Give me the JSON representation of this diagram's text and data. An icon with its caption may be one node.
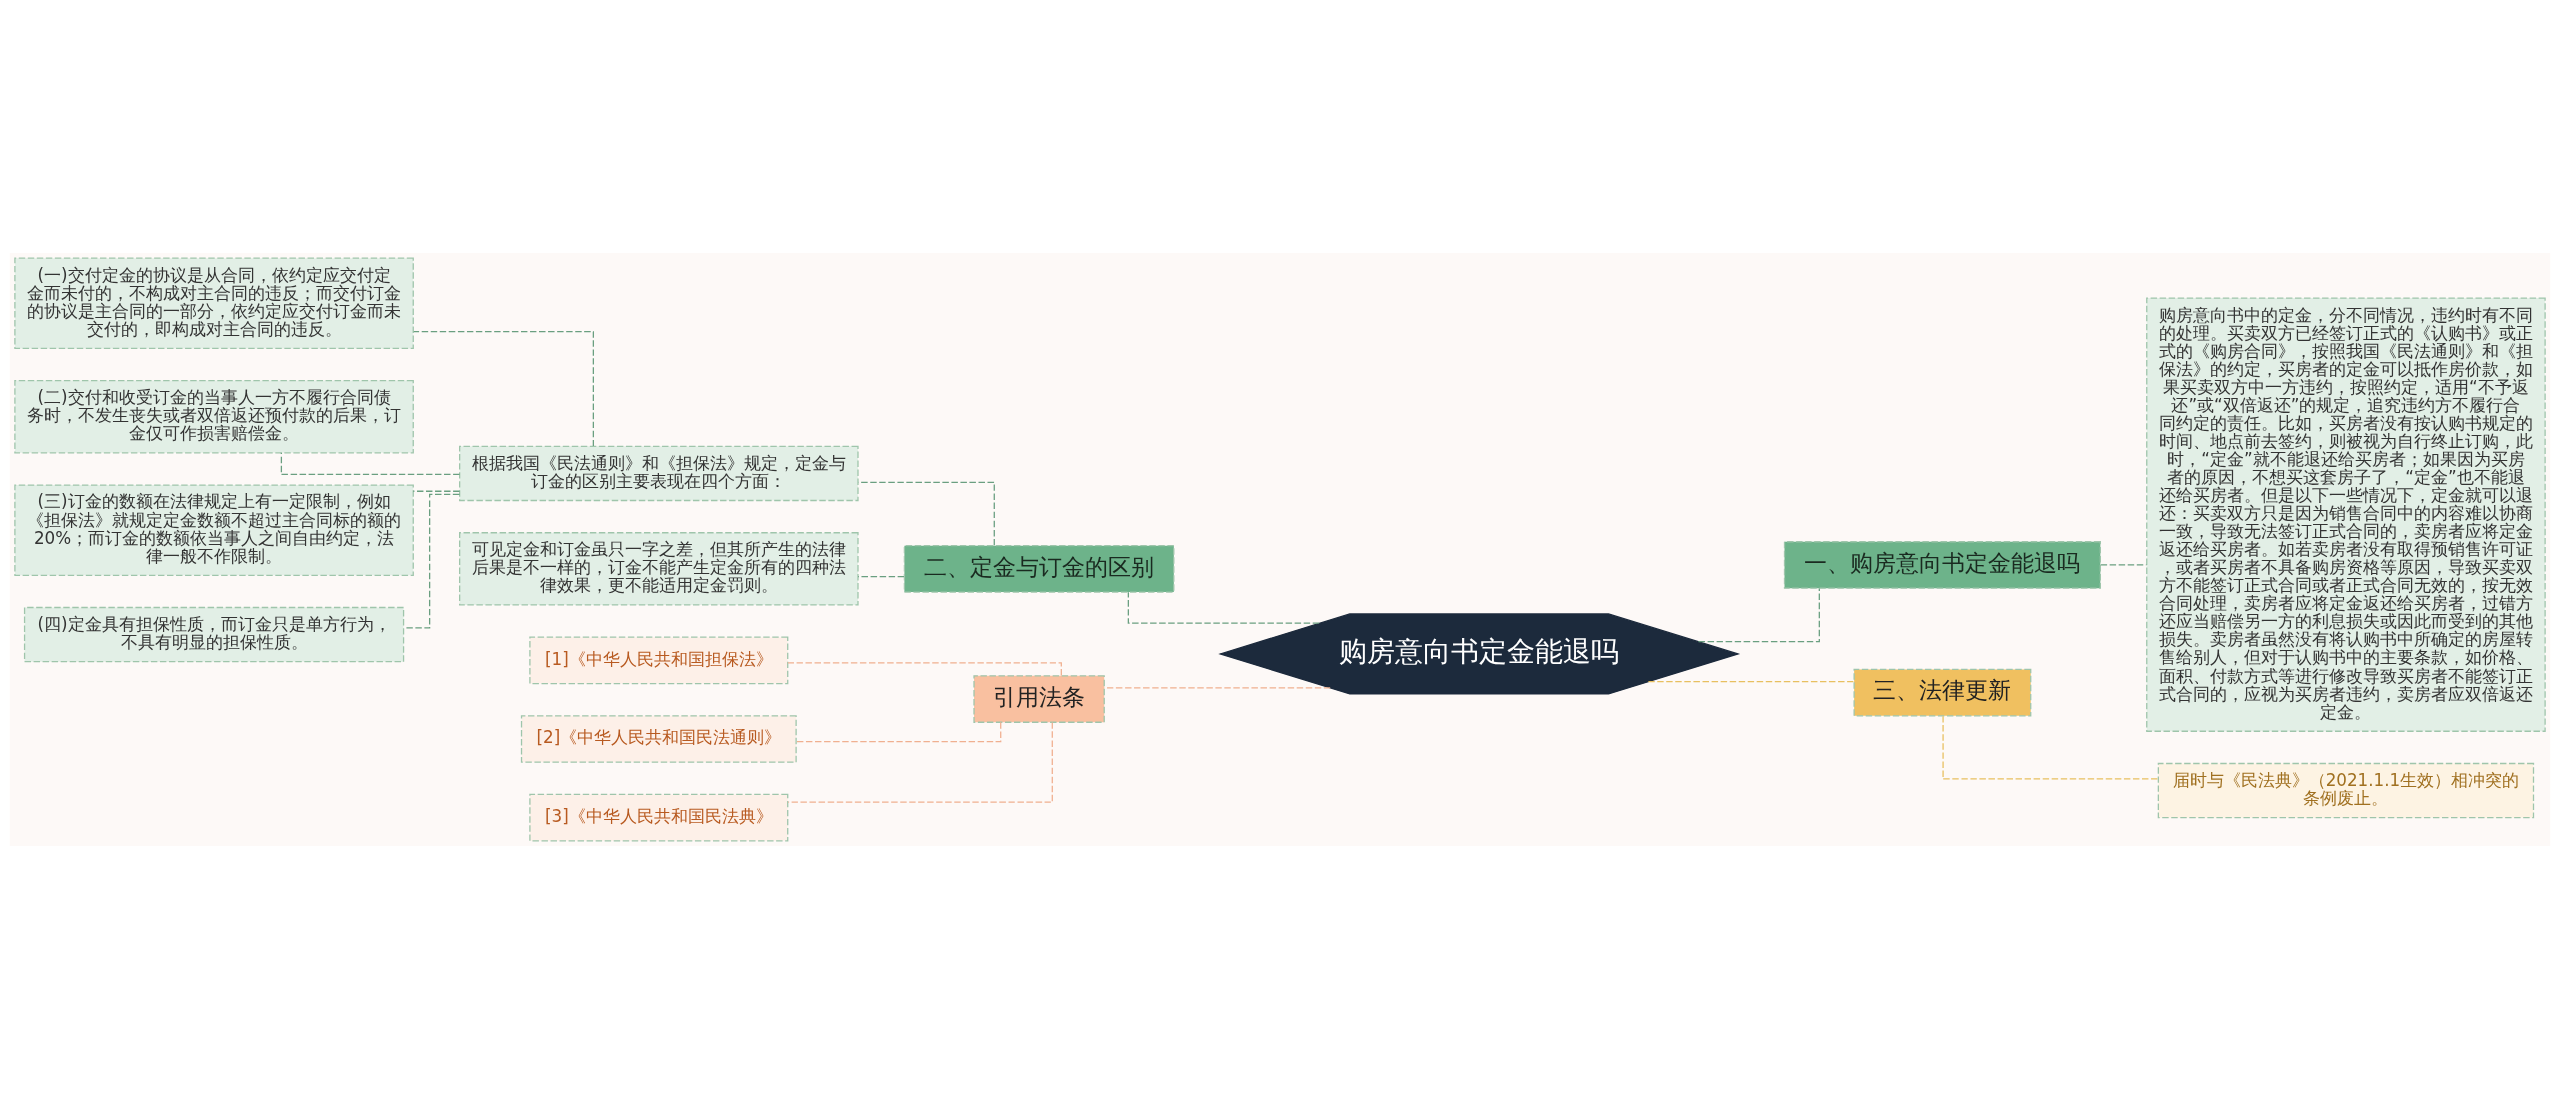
{
  "diagram": {
    "nodes": [
      {
        "text": [
          "购房意向书定金能退吗"
        ]
      },
      {
        "text": [
          "一、购房意向书定金能退吗"
        ]
      },
      {
        "text": [
          "购房意向书中的定金，分不同情况，违约时有不同的处理。买卖双方已经签订正式的《认购书》或正式的《购房合同》，按照我国《民法通则》和《担保法》的约定，买房者的定金可以抵作房价款，如果买卖双方中一方违约，按照约定，适用“不予返还”或“双倍返还”的规定，追究违约方不履行合同约定的责任。比如，买房者没有按认购书规定的时间、地点前去签约，则被视为自行终止订购，此时，“定金”就不能退还给买房者；如果因为买房者的原因，不想买这套房子了，“定金”也不能退还给买房者。但是以下一些情况下，定金就可以退还：买卖双方只是因为销售合同中的内容难以协商一致，导致无法签订正式合同的，卖房者应将定金返还给买房者。如若卖房者没有取得预销售许可证，或者买房者不具备购房资格等原因，导致买卖双方不能签订正式合同或者正式合同无效的，按无效合同处理，卖房者应将定金返还给买房者，过错方还应当赔偿另一方的利息损失或因此而受到的其他损失。卖房者虽然没有将认购书中所确定的房屋转售给别人，但对于认购书中的主要条款，如价格、面积、付款方式等进行修改导致买房者不能签订正式合同的，应视为买房者违约，卖房者应双倍返还定金。"
        ]
      },
      {
        "text": [
          "三、法律更新"
        ]
      },
      {
        "text": [
          "届时与《民法典》（2021.1.1生效）相冲突的条例废止。"
        ]
      },
      {
        "text": [
          "二、定金与订金的区别"
        ]
      },
      {
        "text": [
          "根据我国《民法通则》和《担保法》规定，定金与订金的区别主要表现在四个方面："
        ]
      },
      {
        "text": [
          "(一)交付定金的协议是从合同，依约定应交付定金而未付的，不构成对主合同的违反；而交付订金的协议是主合同的一部分，依约定应交付订金而未交付的，即构成对主合同的违反。"
        ]
      },
      {
        "text": [
          "(二)交付和收受订金的当事人一方不履行合同债务时，不发生丧失或者双倍返还预付款的后果，订金仅可作损害赔偿金。"
        ]
      },
      {
        "text": [
          "(三)订金的数额在法律规定上有一定限制，例如《担保法》就规定定金数额不超过主合同标的额的20%；而订金的数额依当事人之间自由约定，法律一般不作限制。"
        ]
      },
      {
        "text": [
          "(四)定金具有担保性质，而订金只是单方行为，不具有明显的担保性质。"
        ]
      },
      {
        "text": [
          "可见定金和订金虽只一字之差，但其所产生的法律后果是不一样的，订金不能产生定金所有的四种法律效果，更不能适用定金罚则。"
        ]
      },
      {
        "text": [
          "引用法条"
        ]
      },
      {
        "text": [
          "[1]《中华人民共和国担保法》"
        ]
      },
      {
        "text": [
          "[2]《中华人民共和国民法通则》"
        ]
      },
      {
        "text": [
          "[3]《中华人民共和国民法典》"
        ]
      }
    ],
    "edges": [
      {
        "from": 0,
        "to": 1,
        "arrow": "none",
        "style": "dashed"
      },
      {
        "from": 1,
        "to": 2,
        "arrow": "none",
        "style": "dashed"
      },
      {
        "from": 0,
        "to": 3,
        "arrow": "none",
        "style": "dashed",
        "color": "#e8c060"
      },
      {
        "from": 3,
        "to": 4,
        "arrow": "none",
        "style": "dashed",
        "color": "#e8c060"
      },
      {
        "from": 0,
        "to": 5,
        "arrow": "none",
        "style": "dashed"
      },
      {
        "from": 5,
        "to": 6,
        "arrow": "none",
        "style": "dashed"
      },
      {
        "from": 6,
        "to": 7,
        "arrow": "none",
        "style": "dashed"
      },
      {
        "from": 6,
        "to": 8,
        "arrow": "none",
        "style": "dashed"
      },
      {
        "from": 6,
        "to": 9,
        "arrow": "none",
        "style": "dashed"
      },
      {
        "from": 6,
        "to": 10,
        "arrow": "none",
        "style": "dashed"
      },
      {
        "from": 5,
        "to": 11,
        "arrow": "none",
        "style": "dashed"
      },
      {
        "from": 0,
        "to": 12,
        "arrow": "none",
        "style": "dashed",
        "color": "#f0b090"
      },
      {
        "from": 12,
        "to": 13,
        "arrow": "none",
        "style": "dashed",
        "color": "#f0b090"
      },
      {
        "from": 12,
        "to": 14,
        "arrow": "none",
        "style": "dashed",
        "color": "#f0b090"
      },
      {
        "from": 12,
        "to": 15,
        "arrow": "none",
        "style": "dashed",
        "color": "#f0b090"
      }
    ]
  }
}
